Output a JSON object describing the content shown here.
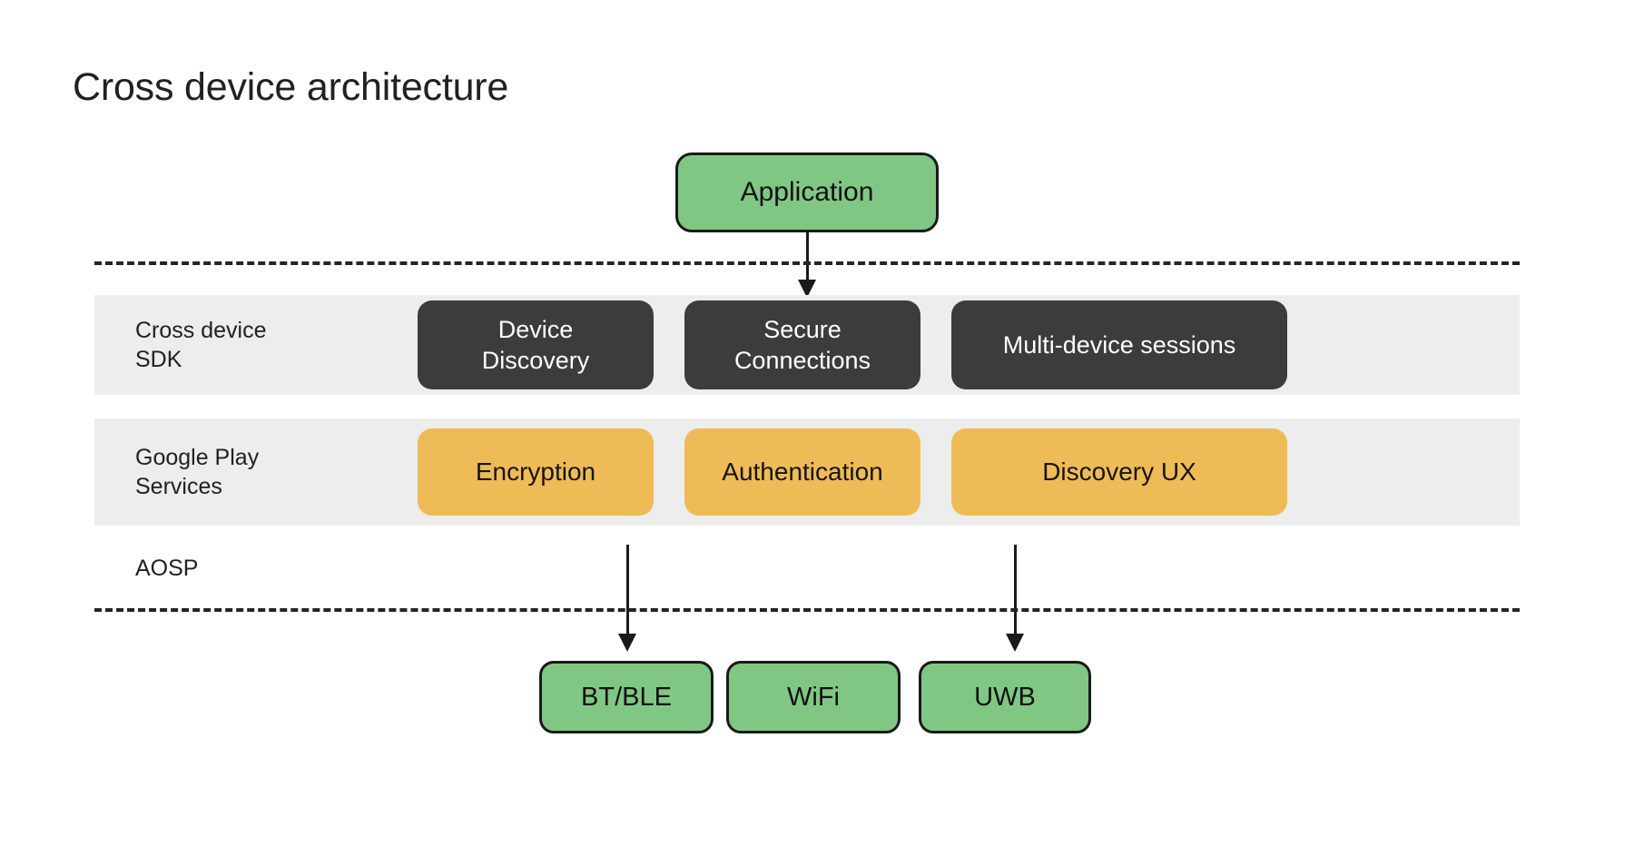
{
  "title": "Cross device architecture",
  "application": {
    "label": "Application"
  },
  "layers": [
    {
      "name": "Cross device SDK",
      "label": "Cross device\nSDK",
      "style": "dark",
      "boxes": [
        {
          "label": "Device\nDiscovery"
        },
        {
          "label": "Secure\nConnections"
        },
        {
          "label": "Multi-device sessions"
        }
      ]
    },
    {
      "name": "Google Play Services",
      "label": "Google Play\nServices",
      "style": "amber",
      "boxes": [
        {
          "label": "Encryption"
        },
        {
          "label": "Authentication"
        },
        {
          "label": "Discovery UX"
        }
      ]
    }
  ],
  "aosp": {
    "label": "AOSP"
  },
  "transports": [
    {
      "label": "BT/BLE"
    },
    {
      "label": "WiFi"
    },
    {
      "label": "UWB"
    }
  ],
  "connections": [
    {
      "from": "Application",
      "to": "Cross device SDK"
    },
    {
      "from": "Encryption",
      "to": "BT/BLE"
    },
    {
      "from": "Discovery UX",
      "to": "UWB"
    }
  ],
  "colors": {
    "green_node": "#81C784",
    "dark_chip": "#3C3C3C",
    "amber_chip": "#EFBB56",
    "band_background": "#EDEDED",
    "stroke": "#1A1A1A",
    "page_background": "#FFFFFF",
    "text_dark": "#202124"
  }
}
